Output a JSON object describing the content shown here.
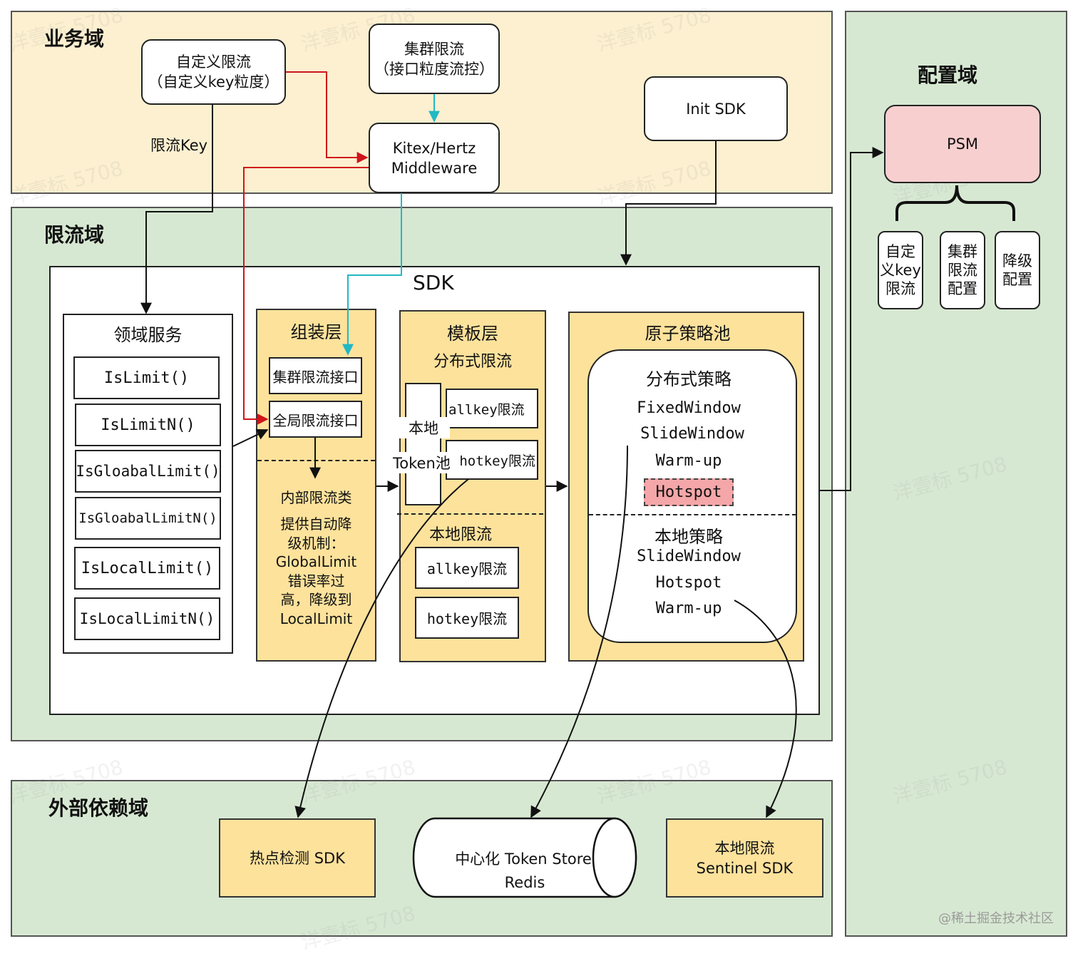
{
  "zones": {
    "business": "业务域",
    "ratelimit": "限流域",
    "config": "配置域",
    "external": "外部依赖域"
  },
  "business": {
    "custom_limit": [
      "自定义限流",
      "（自定义key粒度）"
    ],
    "cluster_limit": [
      "集群限流",
      "（接口粒度流控）"
    ],
    "middleware": [
      "Kitex/Hertz",
      "Middleware"
    ],
    "init_sdk": "Init SDK",
    "limit_key_label": "限流Key"
  },
  "sdk": {
    "title": "SDK",
    "domain_service": {
      "title": "领域服务",
      "methods": [
        "IsLimit()",
        "IsLimitN()",
        "IsGloabalLimit()",
        "IsGloabalLimitN()",
        "IsLocalLimit()",
        "IsLocalLimitN()"
      ]
    },
    "assembly": {
      "title": "组装层",
      "cluster_api": "集群限流接口",
      "global_api": "全局限流接口",
      "inner_class": "内部限流类",
      "desc": [
        "提供自动降",
        "级机制：",
        "GlobalLimit",
        "错误率过",
        "高，降级到",
        "LocalLimit"
      ]
    },
    "template": {
      "title": "模板层",
      "distributed": "分布式限流",
      "local_token_pool": [
        "本地",
        "Token池"
      ],
      "allkey_dist": "allkey限流",
      "hotkey_dist": "hotkey限流",
      "local": "本地限流",
      "allkey_local": "allkey限流",
      "hotkey_local": "hotkey限流"
    },
    "atomic": {
      "title": "原子策略池",
      "distributed_title": "分布式策略",
      "distributed_items": [
        "FixedWindow",
        "SlideWindow",
        "Warm-up",
        "Hotspot"
      ],
      "local_title": "本地策略",
      "local_items": [
        "SlideWindow",
        "Hotspot",
        "Warm-up"
      ]
    }
  },
  "config": {
    "psm": "PSM",
    "items": [
      [
        "自定",
        "义key",
        "限流"
      ],
      [
        "集群",
        "限流",
        "配置"
      ],
      [
        "降级",
        "配置"
      ]
    ]
  },
  "external": {
    "hotspot_sdk": "热点检测 SDK",
    "token_store": [
      "中心化 Token Store",
      "Redis"
    ],
    "sentinel": [
      "本地限流",
      "Sentinel SDK"
    ]
  },
  "watermark": {
    "text": "洋壹标 5708",
    "credit": "@稀土掘金技术社区"
  },
  "colors": {
    "business_zone": "#fcf0d0",
    "green_zone": "#d7e8d2",
    "layer": "#fde29c",
    "psm": "#f7cfcf",
    "hotspot": "#f4a6a8",
    "red_arrow": "#d0141b",
    "cyan_arrow": "#22b8c4"
  }
}
